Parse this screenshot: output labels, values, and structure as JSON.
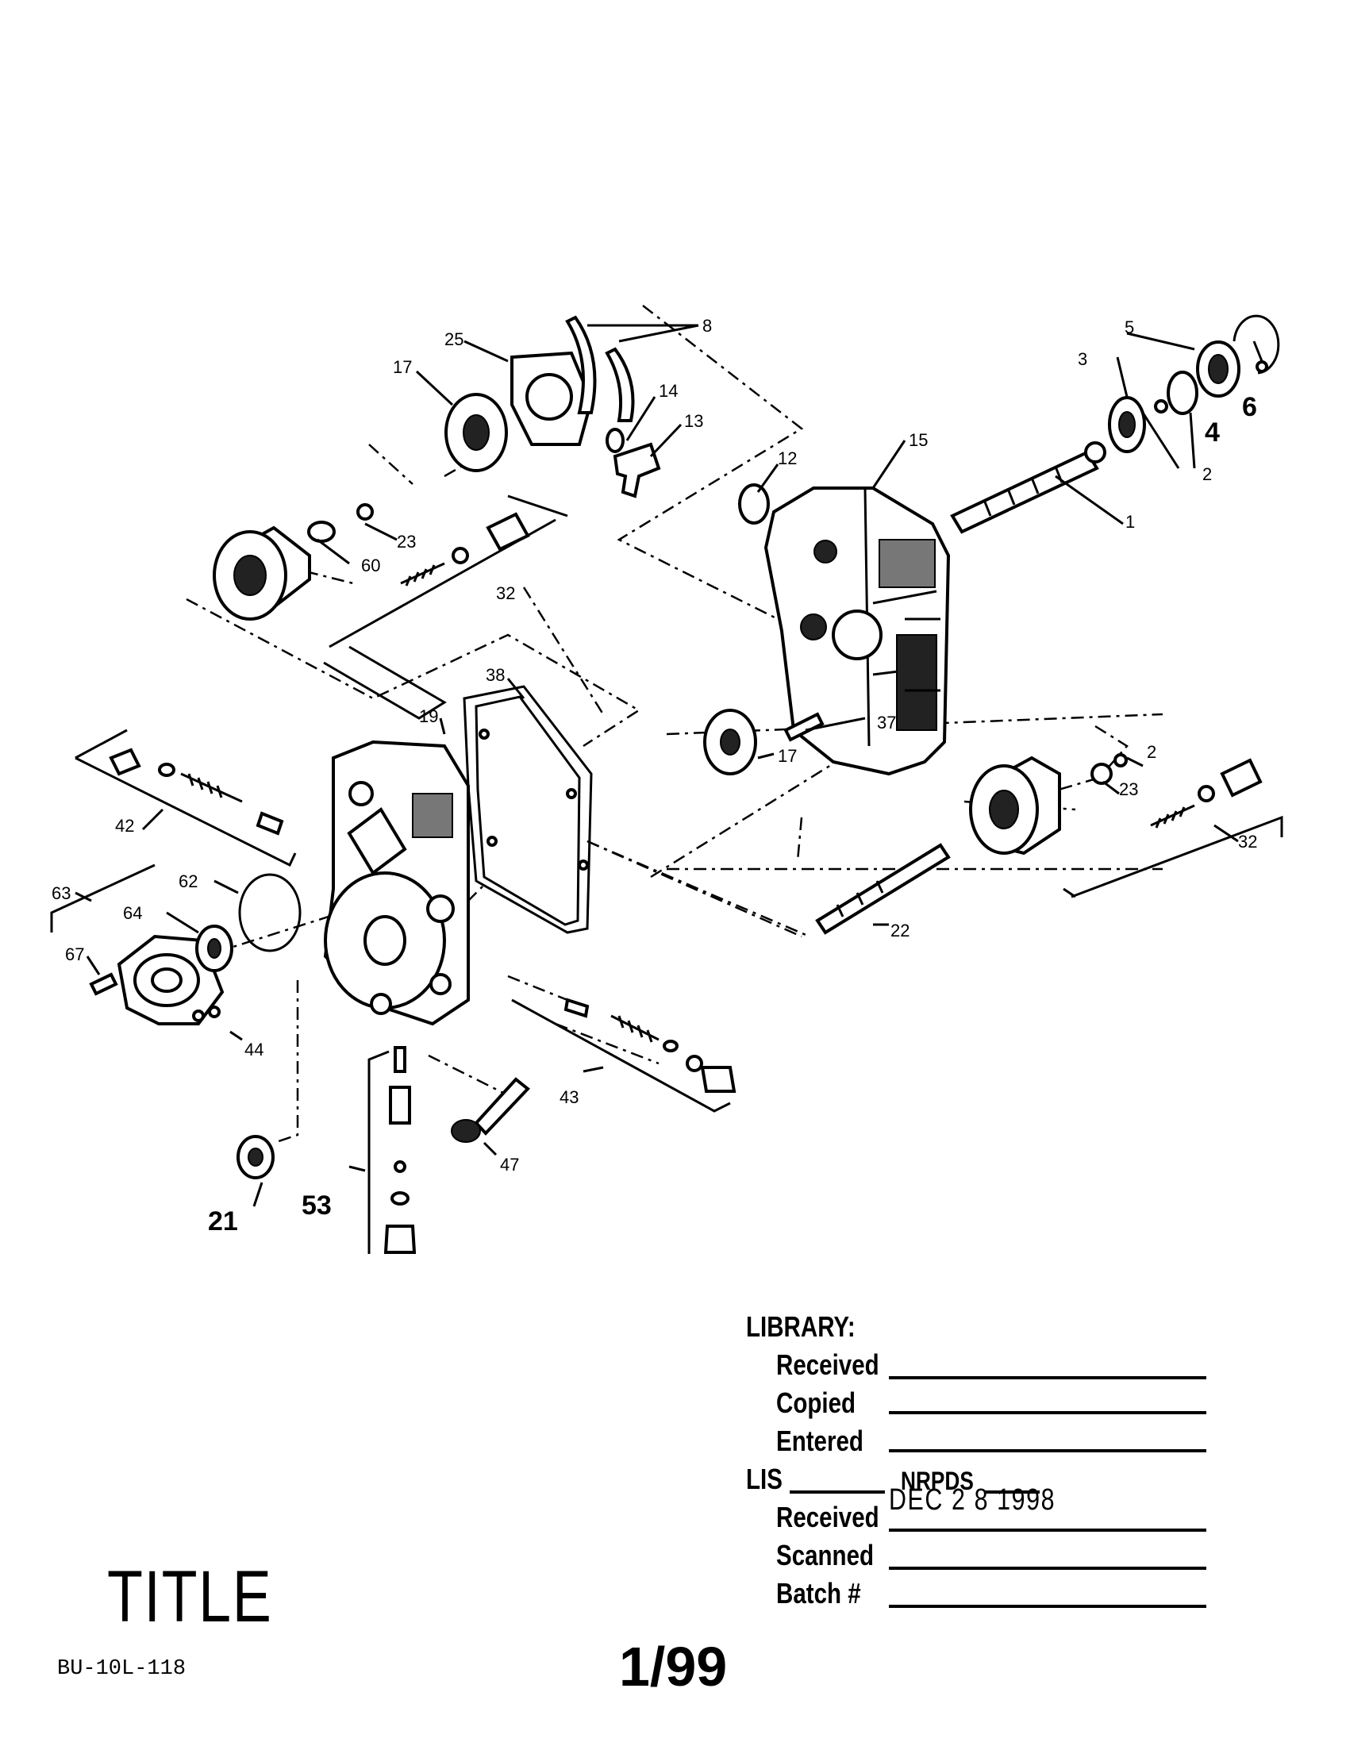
{
  "part_labels": {
    "p1": "1",
    "p2a": "2",
    "p2b": "2",
    "p3": "3",
    "p4": "4",
    "p5": "5",
    "p6": "6",
    "p8": "8",
    "p12": "12",
    "p13": "13",
    "p14": "14",
    "p15": "15",
    "p17a": "17",
    "p17b": "17",
    "p19": "19",
    "p21": "21",
    "p22": "22",
    "p23a": "23",
    "p23b": "23",
    "p25": "25",
    "p32a": "32",
    "p32b": "32",
    "p37": "37",
    "p38": "38",
    "p42": "42",
    "p43": "43",
    "p44": "44",
    "p47": "47",
    "p53": "53",
    "p60": "60",
    "p62": "62",
    "p63": "63",
    "p64": "64",
    "p67": "67"
  },
  "library_stamp": {
    "heading": "LIBRARY:",
    "received": "Received",
    "copied": "Copied",
    "entered": "Entered",
    "lis": "LIS",
    "nrpds": "NRPDS",
    "lis_received": "Received",
    "received_date": "DEC 2 8 1998",
    "scanned": "Scanned",
    "batch": "Batch #"
  },
  "footer": {
    "title": "TITLE",
    "doc_id": "BU-10L-118",
    "page": "1/99"
  }
}
